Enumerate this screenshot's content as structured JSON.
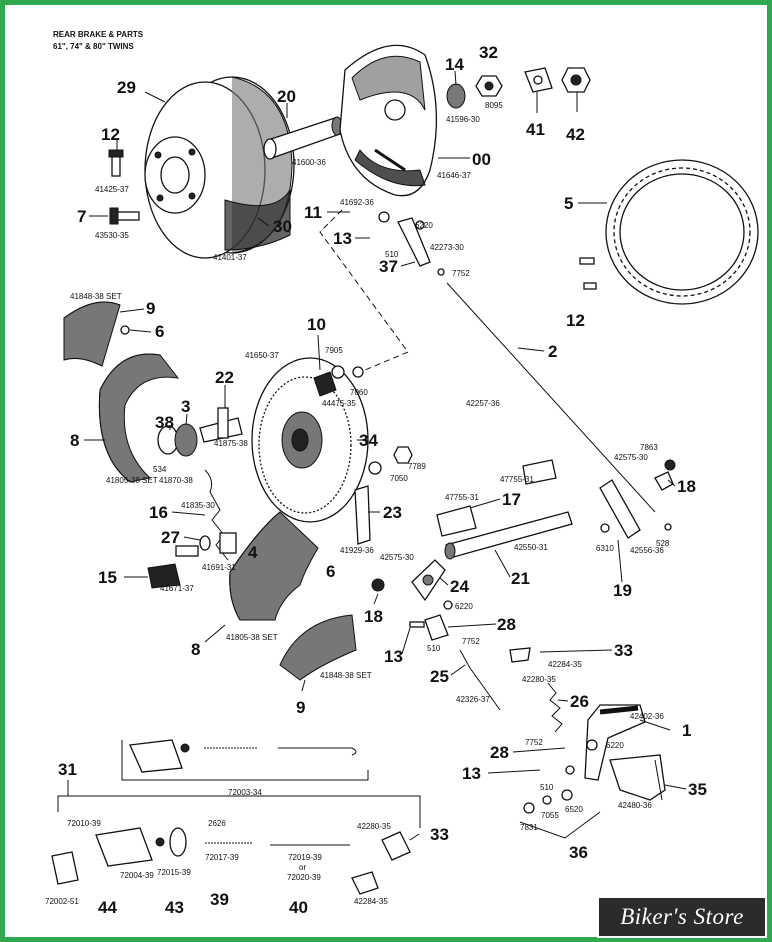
{
  "title": [
    "REAR BRAKE & PARTS",
    "61\", 74\" & 80\" TWINS"
  ],
  "callouts": [
    "29",
    "20",
    "14",
    "32",
    "41",
    "42",
    "12",
    "00",
    "5",
    "7",
    "30",
    "11",
    "13",
    "37",
    "9",
    "6",
    "10",
    "2",
    "22",
    "3",
    "38",
    "8",
    "34",
    "18",
    "16",
    "23",
    "17",
    "27",
    "4",
    "15",
    "6",
    "21",
    "19",
    "24",
    "28",
    "18",
    "8",
    "13",
    "33",
    "25",
    "26",
    "1",
    "9",
    "28",
    "13",
    "35",
    "31",
    "36",
    "33",
    "39",
    "40",
    "43",
    "44",
    "12"
  ],
  "part_numbers": [
    "41425-37",
    "41600-36",
    "41596-30",
    "8095",
    "41646-37",
    "43530-35",
    "41401-37",
    "41692-36",
    "6220",
    "42273-30",
    "510",
    "7752",
    "41848-38 SET",
    "7905",
    "7060",
    "41650-37",
    "44475-35",
    "42257-36",
    "7863",
    "42575-30",
    "41875-38",
    "534",
    "41870-38",
    "7789",
    "7050",
    "41805-38 SET",
    "41835-30",
    "47755-31",
    "47755-31",
    "41929-36",
    "528",
    "42550-31",
    "6310",
    "42556-36",
    "41691-31",
    "41671-37",
    "42575-30",
    "6220",
    "41805-38 SET",
    "510",
    "7752",
    "42284-35",
    "42280-35",
    "42326-37",
    "41848-38 SET",
    "42402-36",
    "7752",
    "6220",
    "510",
    "42480-36",
    "7831",
    "7055",
    "6520",
    "72003-34",
    "72010-39",
    "2626",
    "72004-39",
    "72015-39",
    "72017-39",
    "42280-35",
    "72019-39",
    "or",
    "72020-39",
    "72002-51",
    "42284-35"
  ],
  "watermark": "Biker's Store"
}
